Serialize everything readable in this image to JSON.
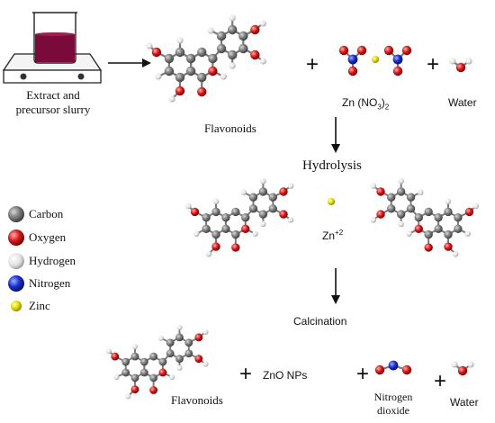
{
  "labels": {
    "extract_line1": "Extract and",
    "extract_line2": "precursor slurry",
    "flavonoids_top": "Flavonoids",
    "zinc_nitrate": "Zn (NO",
    "zinc_nitrate_sub": "3",
    "zinc_nitrate_close": ")",
    "zinc_nitrate_sub2": "2",
    "water_top": "Water",
    "hydrolysis": "Hydrolysis",
    "zinc_ion": "Zn",
    "zinc_ion_sup": "+2",
    "calcination": "Calcination",
    "flavonoids_bottom": "Flavonoids",
    "zno": "ZnO NPs",
    "no2_line1": "Nitrogen",
    "no2_line2": "dioxide",
    "water_bottom": "Water",
    "plus": "+"
  },
  "legend": [
    {
      "label": "Carbon",
      "color": "#7a7a7a"
    },
    {
      "label": "Oxygen",
      "color": "#d01818"
    },
    {
      "label": "Hydrogen",
      "color": "#e8e8e8"
    },
    {
      "label": "Nitrogen",
      "color": "#1428c8"
    },
    {
      "label": "Zinc",
      "color": "#e0d800"
    }
  ],
  "colors": {
    "carbon": "#7a7a7a",
    "oxygen": "#d01818",
    "hydrogen": "#e8e8e8",
    "nitrogen": "#1428c8",
    "zinc": "#e0d800",
    "liquid": "#7a0a3a"
  }
}
